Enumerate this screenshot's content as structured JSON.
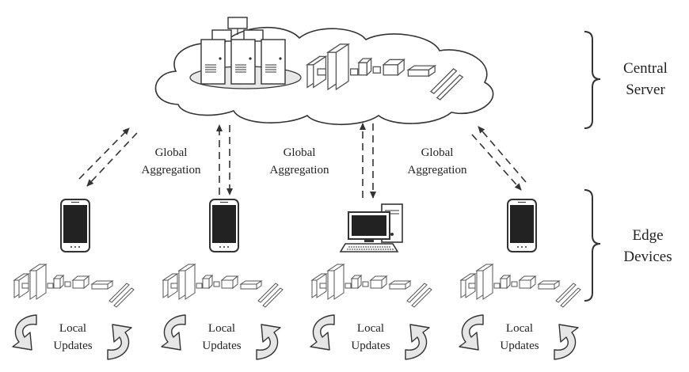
{
  "sections": {
    "server": {
      "line1": "Central",
      "line2": "Server"
    },
    "devices": {
      "line1": "Edge",
      "line2": "Devices"
    }
  },
  "global_aggregation": [
    {
      "line1": "Global",
      "line2": "Aggregation"
    },
    {
      "line1": "Global",
      "line2": "Aggregation"
    },
    {
      "line1": "Global",
      "line2": "Aggregation"
    }
  ],
  "edge_devices": [
    {
      "icon": "smartphone-icon",
      "updates": {
        "line1": "Local",
        "line2": "Updates"
      }
    },
    {
      "icon": "smartphone-icon",
      "updates": {
        "line1": "Local",
        "line2": "Updates"
      }
    },
    {
      "icon": "desktop-computer-icon",
      "updates": {
        "line1": "Local",
        "line2": "Updates"
      }
    },
    {
      "icon": "smartphone-icon",
      "updates": {
        "line1": "Local",
        "line2": "Updates"
      }
    }
  ],
  "colors": {
    "line": "#333333",
    "fill": "#ffffff",
    "text": "#222222",
    "arrow_fill": "#e6e6e6"
  }
}
